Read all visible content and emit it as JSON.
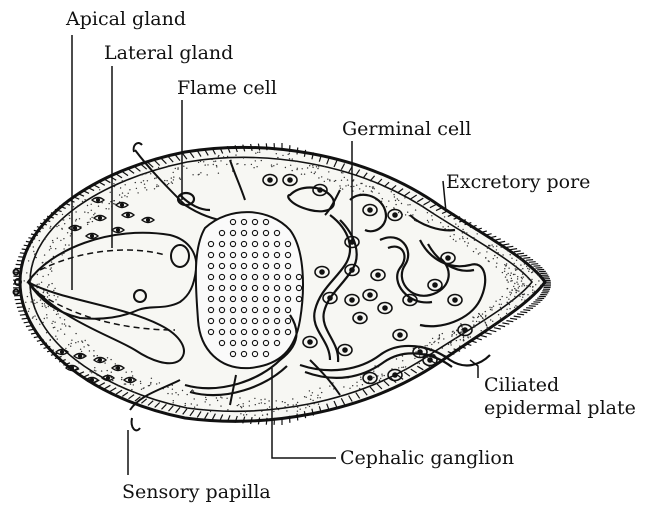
{
  "colors": {
    "ink": "#111111",
    "body_fill": "#f7f7f3",
    "background": "#ffffff"
  },
  "labels": {
    "apical_gland": "Apical gland",
    "lateral_gland": "Lateral gland",
    "flame_cell": "Flame cell",
    "germinal_cell": "Germinal cell",
    "excretory_pore": "Excretory pore",
    "ciliated_plate_line1": "Ciliated",
    "ciliated_plate_line2": "epidermal plate",
    "cephalic_ganglion": "Cephalic ganglion",
    "sensory_papilla": "Sensory papilla"
  }
}
